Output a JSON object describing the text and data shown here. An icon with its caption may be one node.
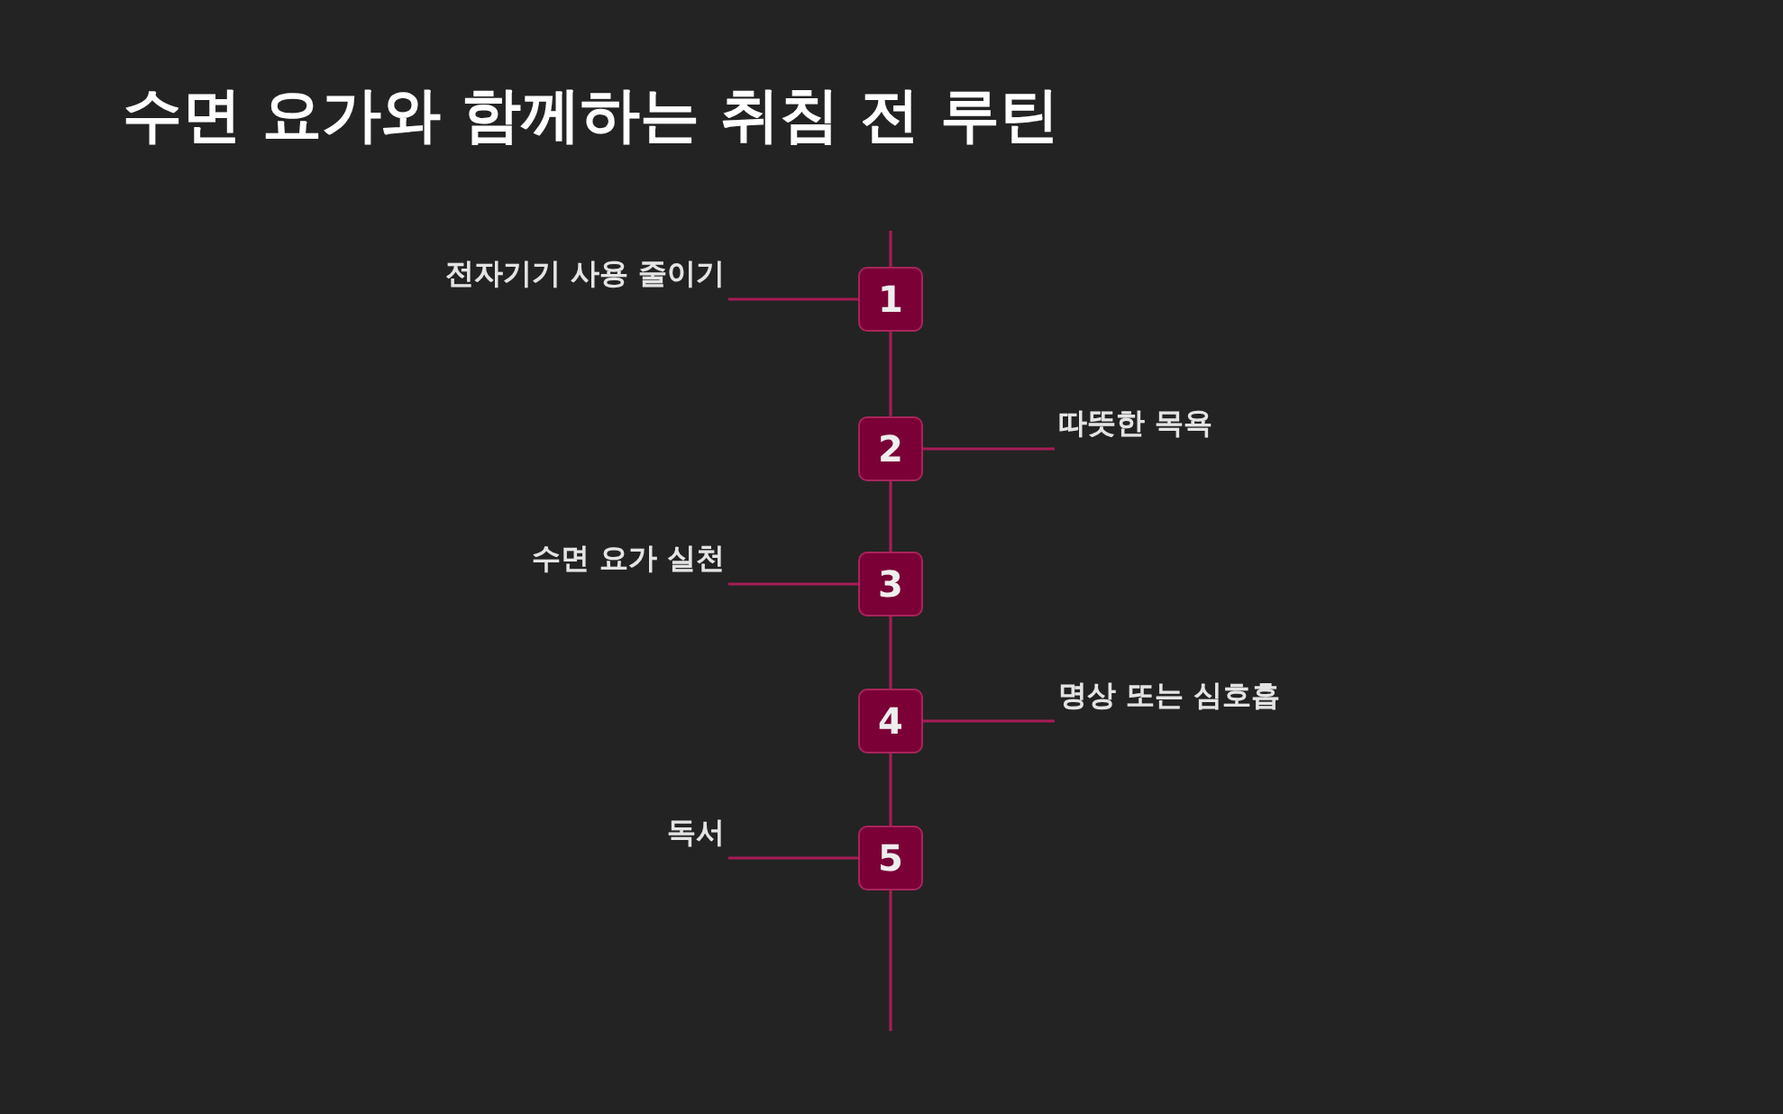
{
  "diagram": {
    "title": "수면 요가와 함께하는 취침 전 루틴",
    "nodes": [
      {
        "text": [
          "1"
        ]
      },
      {
        "text": [
          "2"
        ]
      },
      {
        "text": [
          "3"
        ]
      },
      {
        "text": [
          "4"
        ]
      },
      {
        "text": [
          "5"
        ]
      },
      {
        "text": [
          "전자기기 사용 줄이기"
        ]
      },
      {
        "text": [
          "따뜻한 목욕"
        ]
      },
      {
        "text": [
          "수면 요가 실천"
        ]
      },
      {
        "text": [
          "명상 또는 심호흡"
        ]
      },
      {
        "text": [
          "독서"
        ]
      }
    ],
    "edges": [
      {
        "from": null,
        "to": 0,
        "arrow": "none"
      },
      {
        "from": 0,
        "to": 1,
        "arrow": "none"
      },
      {
        "from": 1,
        "to": 2,
        "arrow": "none"
      },
      {
        "from": 2,
        "to": 3,
        "arrow": "none"
      },
      {
        "from": 3,
        "to": 4,
        "arrow": "none"
      },
      {
        "from": 4,
        "to": null,
        "arrow": "none"
      },
      {
        "from": 5,
        "to": 0,
        "arrow": "none"
      },
      {
        "from": 1,
        "to": 6,
        "arrow": "none"
      },
      {
        "from": 7,
        "to": 2,
        "arrow": "none"
      },
      {
        "from": 3,
        "to": 8,
        "arrow": "none"
      },
      {
        "from": 9,
        "to": 4,
        "arrow": "none"
      }
    ]
  }
}
